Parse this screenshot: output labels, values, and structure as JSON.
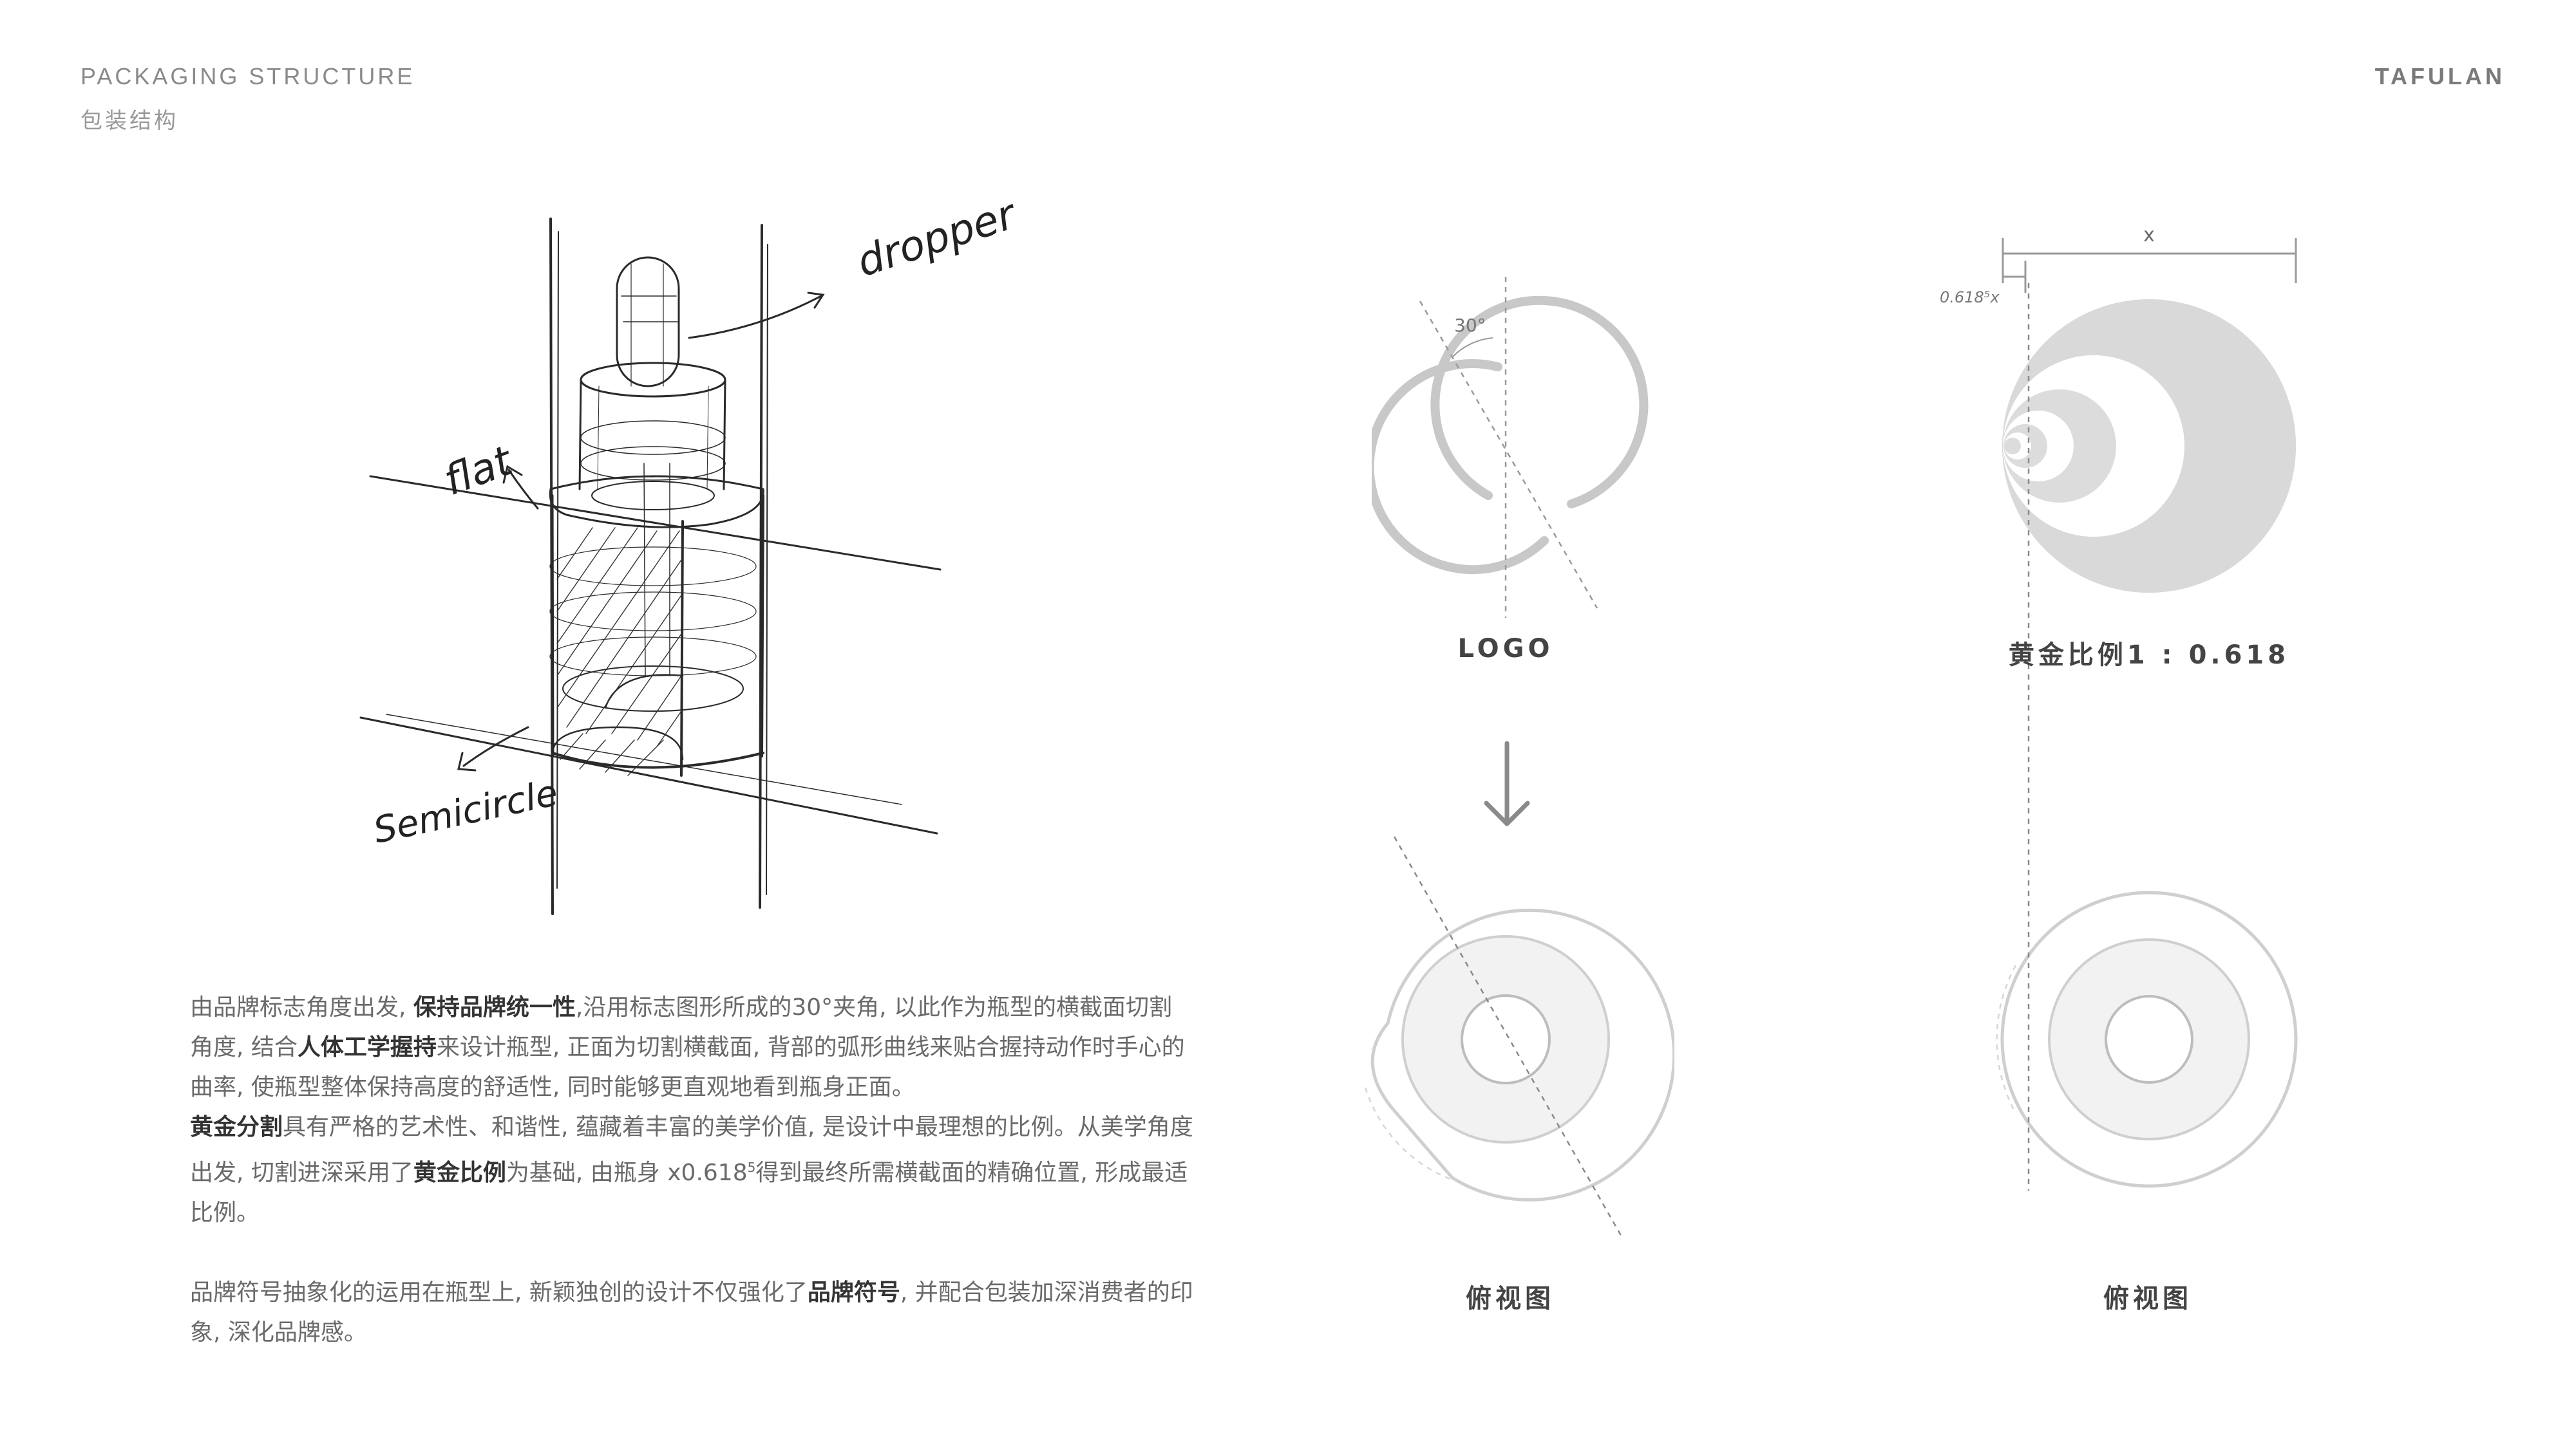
{
  "header": {
    "title": "PACKAGING STRUCTURE",
    "subtitle": "包装结构",
    "brand": "TAFULAN"
  },
  "sketch": {
    "labels": {
      "dropper": "dropper",
      "flat": "flat",
      "semicircle": "Semicircle"
    }
  },
  "diagram_logo": {
    "angle": "30°",
    "label": "LOGO",
    "top_view_label": "俯视图"
  },
  "diagram_ratio": {
    "width_label": "x",
    "small_label": "0.618⁵x",
    "label": "黄金比例1 : 0.618",
    "top_view_label": "俯视图"
  },
  "description": {
    "p1": {
      "t1": "由品牌标志角度出发, ",
      "b1": "保持品牌统一性",
      "t2": ",沿用标志图形所成的30°夹角, 以此作为瓶型的横截面切割角度, 结合",
      "b2": "人体工学握持",
      "t3": "来设计瓶型, 正面为切割横截面, 背部的弧形曲线来贴合握持动作时手心的曲率, 使瓶型整体保持高度的舒适性, 同时能够更直观地看到瓶身正面。"
    },
    "p2": {
      "b1": "黄金分割",
      "t1": "具有严格的艺术性、和谐性, 蕴藏着丰富的美学价值, 是设计中最理想的比例。从美学角度出发, 切割进深采用了",
      "b2": "黄金比例",
      "t2": "为基础, 由瓶身  x0.618",
      "sup": "5",
      "t3": "得到最终所需横截面的精确位置, 形成最适比例。"
    },
    "p3": {
      "t1": "品牌符号抽象化的运用在瓶型上, 新颖独创的设计不仅强化了",
      "b1": "品牌符号",
      "t2": ", 并配合包装加深消费者的印象, 深化品牌感。"
    }
  }
}
